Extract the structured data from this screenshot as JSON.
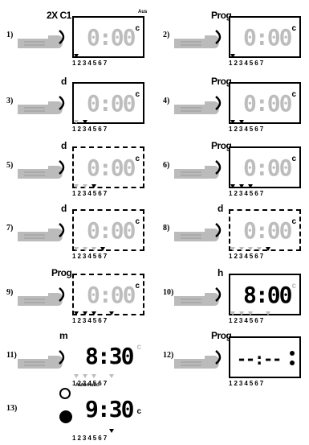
{
  "steps": [
    {
      "num": "1)",
      "label": "2X C1",
      "digits": "0:00",
      "c": "c",
      "days": "1234567",
      "extra": "Aus"
    },
    {
      "num": "2)",
      "label": "Prog",
      "digits": "0:00",
      "c": "c",
      "days": "1234567"
    },
    {
      "num": "3)",
      "label": "d",
      "digits": "0:00",
      "c": "c",
      "days": "1234567"
    },
    {
      "num": "4)",
      "label": "Prog",
      "digits": "0:00",
      "c": "c",
      "days": "1234567"
    },
    {
      "num": "5)",
      "label": "d",
      "digits": "0:00",
      "c": "c",
      "days": "1234567"
    },
    {
      "num": "6)",
      "label": "Prog",
      "digits": "0:00",
      "c": "c",
      "days": "1234567"
    },
    {
      "num": "7)",
      "label": "d",
      "digits": "0:00",
      "c": "c",
      "days": "1234567"
    },
    {
      "num": "8)",
      "label": "d",
      "digits": "0:00",
      "c": "c",
      "days": "1234567"
    },
    {
      "num": "9)",
      "label": "Prog",
      "digits": "0:00",
      "c": "c",
      "days": "1234567"
    },
    {
      "num": "10)",
      "label": "h",
      "digits": "8:00",
      "c": "c",
      "days": "1234567"
    },
    {
      "num": "11)",
      "label": "m",
      "digits": "8:30",
      "c": "c",
      "days": "1234567"
    },
    {
      "num": "12)",
      "label": "Prog",
      "digits": "--:--",
      "days": "1234567"
    },
    {
      "num": "13)",
      "label": "Automatic",
      "digits": "9:30",
      "c": "c",
      "days": "1234567"
    }
  ]
}
